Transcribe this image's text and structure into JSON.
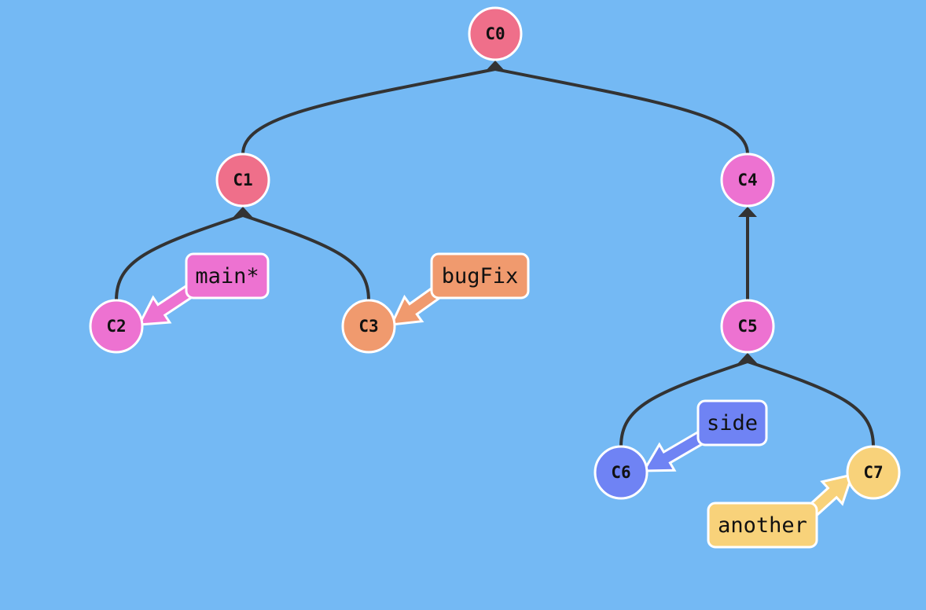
{
  "colors": {
    "background": "#74b9f4",
    "edge": "#333333",
    "stroke": "#ffffff",
    "main": "#ed72d1",
    "bugFix": "#f09a6e",
    "side": "#6f83f4",
    "another": "#f8d27a",
    "root": "#ef6f8a"
  },
  "commits": [
    {
      "id": "C0",
      "label": "C0",
      "color": "#ef6f8a"
    },
    {
      "id": "C1",
      "label": "C1",
      "color": "#ef6f8a"
    },
    {
      "id": "C2",
      "label": "C2",
      "color": "#ed72d1"
    },
    {
      "id": "C3",
      "label": "C3",
      "color": "#f09a6e"
    },
    {
      "id": "C4",
      "label": "C4",
      "color": "#ed72d1"
    },
    {
      "id": "C5",
      "label": "C5",
      "color": "#ed72d1"
    },
    {
      "id": "C6",
      "label": "C6",
      "color": "#6f83f4"
    },
    {
      "id": "C7",
      "label": "C7",
      "color": "#f8d27a"
    }
  ],
  "edges": [
    {
      "child": "C1",
      "parent": "C0"
    },
    {
      "child": "C4",
      "parent": "C0"
    },
    {
      "child": "C2",
      "parent": "C1"
    },
    {
      "child": "C3",
      "parent": "C1"
    },
    {
      "child": "C5",
      "parent": "C4"
    },
    {
      "child": "C6",
      "parent": "C5"
    },
    {
      "child": "C7",
      "parent": "C5"
    }
  ],
  "branches": [
    {
      "id": "main",
      "label": "main*",
      "target": "C2",
      "color": "#ed72d1"
    },
    {
      "id": "bugFix",
      "label": "bugFix",
      "target": "C3",
      "color": "#f09a6e"
    },
    {
      "id": "side",
      "label": "side",
      "target": "C6",
      "color": "#6f83f4"
    },
    {
      "id": "another",
      "label": "another",
      "target": "C7",
      "color": "#f8d27a"
    }
  ]
}
